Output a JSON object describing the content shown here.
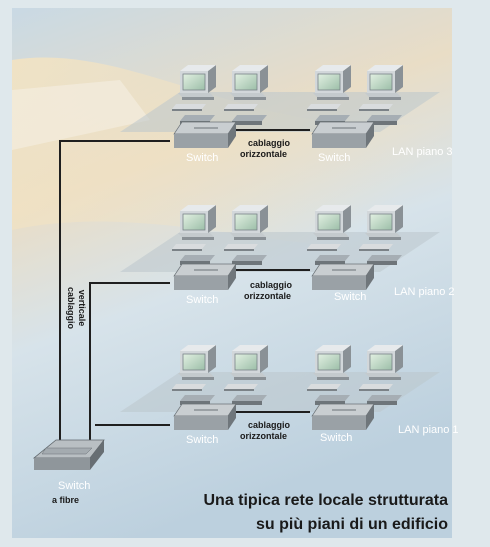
{
  "floors": [
    {
      "lan_label": "LAN piano 3",
      "switch_left_label": "Switch",
      "switch_right_label": "Switch",
      "horizontal_label_line1": "cablaggio",
      "horizontal_label_line2": "orizzontale"
    },
    {
      "lan_label": "LAN piano 2",
      "switch_left_label": "Switch",
      "switch_right_label": "Switch",
      "horizontal_label_line1": "cablaggio",
      "horizontal_label_line2": "orizzontale"
    },
    {
      "lan_label": "LAN piano 1",
      "switch_left_label": "Switch",
      "switch_right_label": "Switch",
      "horizontal_label_line1": "cablaggio",
      "horizontal_label_line2": "orizzontale"
    }
  ],
  "vertical_cabling": {
    "line1": "cablaggio",
    "line2": "verticale"
  },
  "fiber_switch": {
    "line1": "Switch",
    "line2": "a fibre"
  },
  "caption": {
    "line1": "Una tipica rete locale strutturata",
    "line2": "su più piani di un edificio"
  }
}
